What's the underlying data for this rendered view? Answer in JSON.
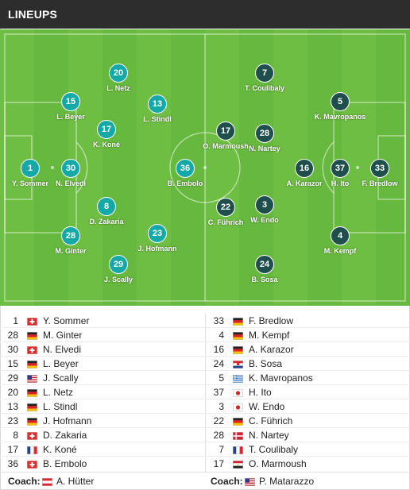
{
  "header": {
    "title": "LINEUPS"
  },
  "colors": {
    "home": "#14a9a6",
    "away": "#1f4f4c",
    "pitch_light": "#6fbe44",
    "pitch_dark": "#65b63d"
  },
  "pitch": {
    "home": [
      {
        "num": "1",
        "name": "Y. Sommer"
      },
      {
        "num": "30",
        "name": "N. Elvedi"
      },
      {
        "num": "15",
        "name": "L. Beyer"
      },
      {
        "num": "28",
        "name": "M. Ginter"
      },
      {
        "num": "17",
        "name": "K. Koné"
      },
      {
        "num": "8",
        "name": "D. Zakaria"
      },
      {
        "num": "20",
        "name": "L. Netz"
      },
      {
        "num": "13",
        "name": "L. Stindl"
      },
      {
        "num": "23",
        "name": "J. Hofmann"
      },
      {
        "num": "29",
        "name": "J. Scally"
      },
      {
        "num": "36",
        "name": "B. Embolo"
      }
    ],
    "away": [
      {
        "num": "33",
        "name": "F. Bredlow"
      },
      {
        "num": "37",
        "name": "H. Ito"
      },
      {
        "num": "16",
        "name": "A. Karazor"
      },
      {
        "num": "5",
        "name": "K. Mavropanos"
      },
      {
        "num": "4",
        "name": "M. Kempf"
      },
      {
        "num": "7",
        "name": "T. Coulibaly"
      },
      {
        "num": "28",
        "name": "N. Nartey"
      },
      {
        "num": "17",
        "name": "O. Marmoush"
      },
      {
        "num": "3",
        "name": "W. Endo"
      },
      {
        "num": "22",
        "name": "C. Führich"
      },
      {
        "num": "24",
        "name": "B. Sosa"
      }
    ]
  },
  "roster": {
    "home": [
      {
        "num": "1",
        "flag": "switzerland",
        "name": "Y. Sommer"
      },
      {
        "num": "28",
        "flag": "germany",
        "name": "M. Ginter"
      },
      {
        "num": "30",
        "flag": "switzerland",
        "name": "N. Elvedi"
      },
      {
        "num": "15",
        "flag": "germany",
        "name": "L. Beyer"
      },
      {
        "num": "29",
        "flag": "usa",
        "name": "J. Scally"
      },
      {
        "num": "20",
        "flag": "germany",
        "name": "L. Netz"
      },
      {
        "num": "13",
        "flag": "germany",
        "name": "L. Stindl"
      },
      {
        "num": "23",
        "flag": "germany",
        "name": "J. Hofmann"
      },
      {
        "num": "8",
        "flag": "switzerland",
        "name": "D. Zakaria"
      },
      {
        "num": "17",
        "flag": "france",
        "name": "K. Koné"
      },
      {
        "num": "36",
        "flag": "switzerland",
        "name": "B. Embolo"
      }
    ],
    "away": [
      {
        "num": "33",
        "flag": "germany",
        "name": "F. Bredlow"
      },
      {
        "num": "4",
        "flag": "germany",
        "name": "M. Kempf"
      },
      {
        "num": "16",
        "flag": "germany",
        "name": "A. Karazor"
      },
      {
        "num": "24",
        "flag": "croatia",
        "name": "B. Sosa"
      },
      {
        "num": "5",
        "flag": "greece",
        "name": "K. Mavropanos"
      },
      {
        "num": "37",
        "flag": "japan",
        "name": "H. Ito"
      },
      {
        "num": "3",
        "flag": "japan",
        "name": "W. Endo"
      },
      {
        "num": "22",
        "flag": "germany",
        "name": "C. Führich"
      },
      {
        "num": "28",
        "flag": "denmark",
        "name": "N. Nartey"
      },
      {
        "num": "7",
        "flag": "france",
        "name": "T. Coulibaly"
      },
      {
        "num": "17",
        "flag": "egypt",
        "name": "O. Marmoush"
      }
    ]
  },
  "coaches": {
    "label": "Coach:",
    "home": {
      "flag": "austria",
      "name": "A. Hütter"
    },
    "away": {
      "flag": "usa",
      "name": "P. Matarazzo"
    }
  }
}
